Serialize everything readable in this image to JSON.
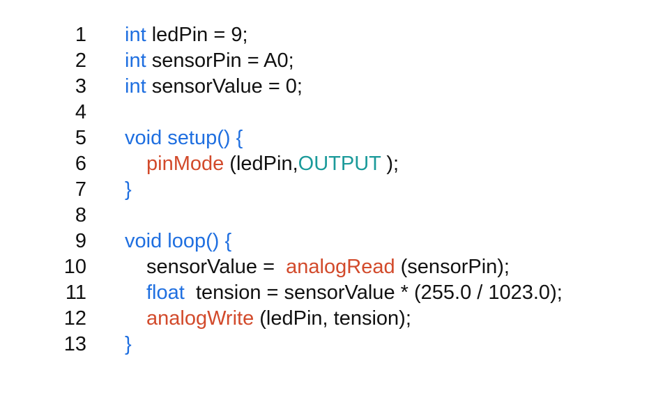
{
  "code": {
    "lines": [
      {
        "number": "1",
        "indent": false,
        "tokens": [
          {
            "text": "int",
            "type": "keyword"
          },
          {
            "text": " ledPin = 9;",
            "type": "plain"
          }
        ]
      },
      {
        "number": "2",
        "indent": false,
        "tokens": [
          {
            "text": "int",
            "type": "keyword"
          },
          {
            "text": " sensorPin = A0;",
            "type": "plain"
          }
        ]
      },
      {
        "number": "3",
        "indent": false,
        "tokens": [
          {
            "text": "int",
            "type": "keyword"
          },
          {
            "text": " sensorValue = 0;",
            "type": "plain"
          }
        ]
      },
      {
        "number": "4",
        "indent": false,
        "tokens": []
      },
      {
        "number": "5",
        "indent": false,
        "tokens": [
          {
            "text": "void setup() {",
            "type": "keyword"
          }
        ]
      },
      {
        "number": "6",
        "indent": true,
        "tokens": [
          {
            "text": "pinMode",
            "type": "function"
          },
          {
            "text": " (ledPin,",
            "type": "plain"
          },
          {
            "text": "OUTPUT",
            "type": "constant"
          },
          {
            "text": " );",
            "type": "plain"
          }
        ]
      },
      {
        "number": "7",
        "indent": false,
        "tokens": [
          {
            "text": "}",
            "type": "keyword"
          }
        ]
      },
      {
        "number": "8",
        "indent": false,
        "tokens": []
      },
      {
        "number": "9",
        "indent": false,
        "tokens": [
          {
            "text": "void loop() {",
            "type": "keyword"
          }
        ]
      },
      {
        "number": "10",
        "indent": true,
        "tokens": [
          {
            "text": "sensorValue =  ",
            "type": "plain"
          },
          {
            "text": "analogRead",
            "type": "function"
          },
          {
            "text": " (sensorPin);",
            "type": "plain"
          }
        ]
      },
      {
        "number": "11",
        "indent": true,
        "tokens": [
          {
            "text": "float",
            "type": "keyword"
          },
          {
            "text": "  tension = sensorValue * (255.0 / 1023.0);",
            "type": "plain"
          }
        ]
      },
      {
        "number": "12",
        "indent": true,
        "tokens": [
          {
            "text": "analogWrite",
            "type": "function"
          },
          {
            "text": " (ledPin, tension);",
            "type": "plain"
          }
        ]
      },
      {
        "number": "13",
        "indent": false,
        "tokens": [
          {
            "text": "}",
            "type": "keyword"
          }
        ]
      }
    ]
  }
}
